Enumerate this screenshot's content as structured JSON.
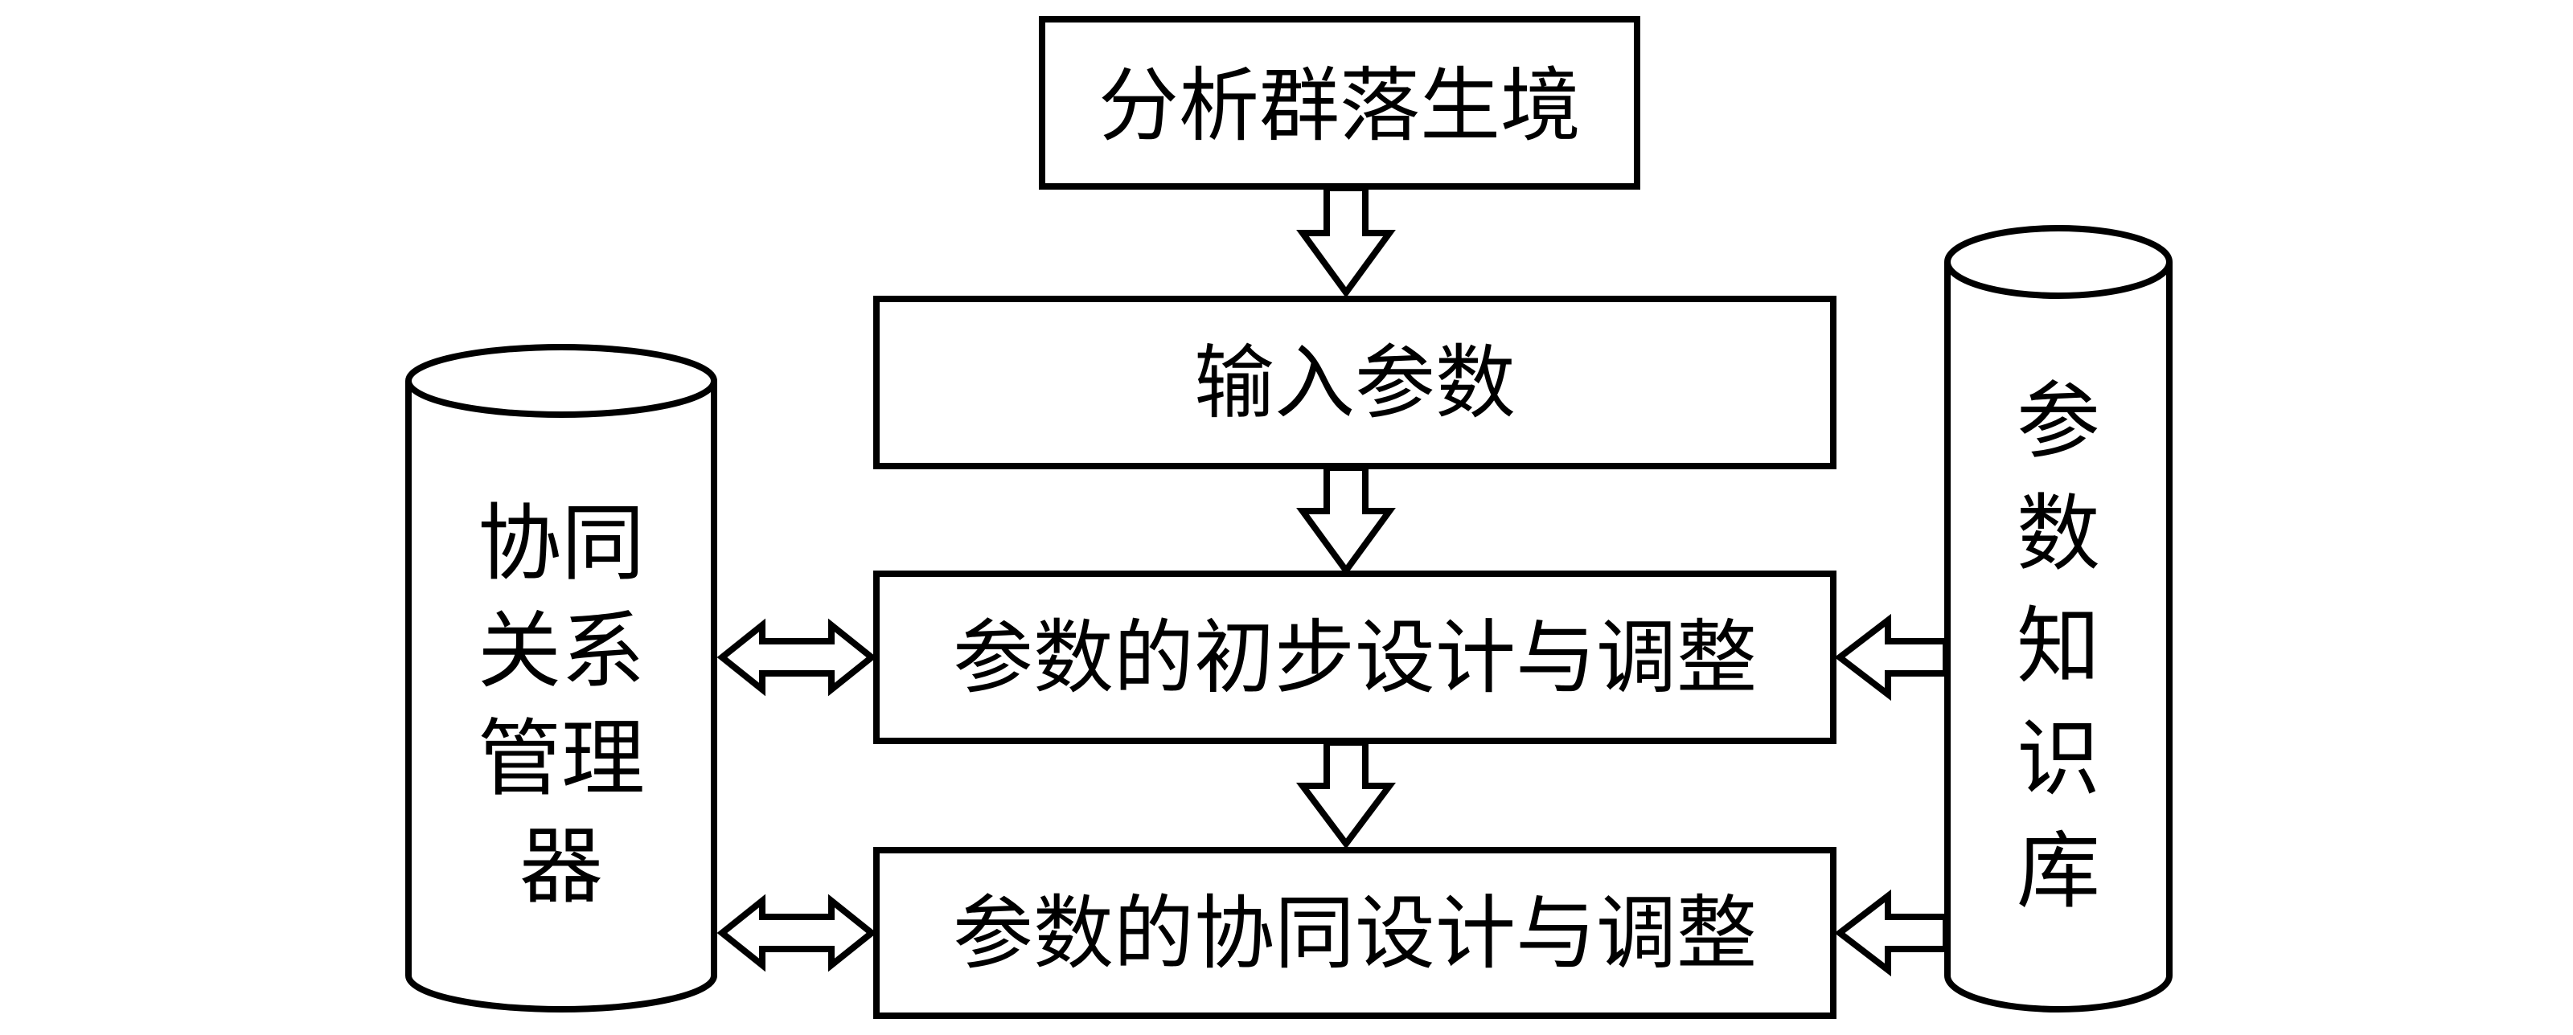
{
  "diagram": {
    "steps": [
      "分析群落生境",
      "输入参数",
      "参数的初步设计与调整",
      "参数的协同设计与调整"
    ],
    "left_store": {
      "lines": [
        "协同",
        "关系",
        "管理",
        "器"
      ]
    },
    "right_store": {
      "lines": [
        "参",
        "数",
        "知",
        "识",
        "库"
      ]
    },
    "colors": {
      "stroke": "#000000",
      "fill": "#ffffff",
      "text": "#000000"
    }
  }
}
